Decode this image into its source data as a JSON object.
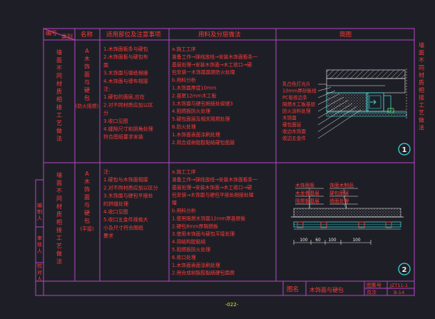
{
  "header": {
    "code_label": "编号",
    "category_label": "类别",
    "name_label": "名称",
    "usage_label": "适用部位及注意事项",
    "materials_label": "用料及分层做法",
    "figure_label": "简图"
  },
  "side_title": "墙面不同材质相接工艺做法",
  "rows": [
    {
      "category": "墙面不同材质相接工艺做法",
      "name": [
        "A",
        "木",
        "饰",
        "面",
        "与",
        "硬",
        "包",
        "(防火阻燃)"
      ],
      "usage": [
        "1.木饰面板条与硬包",
        "2.木饰面板与硬包布",
        "  面",
        "3.木饰面与墙纸相接",
        "4.木饰面与墙布相接",
        "注:",
        "1.硬包的面层,应在",
        "2.对不同材质应加以区",
        "  分",
        "3.收口见图",
        "4.缝隙尺寸和阴角处理",
        "  符合图纸要求安装"
      ],
      "materials": [
        "a.施工工序",
        "准备工作→弹线放线→安装木饰面板条一",
        "基层处理→安装木饰面→木工收口→硬",
        "包安装一木饰面面层防火处理",
        "b.用料分析",
        "1.木饰面厚度10mm",
        "2.基层12mm木工板",
        "3.木饰面与硬包相接处留缝3",
        "4.阻燃板防火处理",
        "5.硬包面层及相关阻燃处理",
        "6.防火处理",
        "1.木饰面表面涂刷处理",
        "2.用合成树脂胶黏结硬包面层"
      ],
      "figure_labels": [
        "乳白色灯光片",
        "10mm厚砂板线",
        "PC板收边条",
        "阻燃木工板基层",
        "防火涂料处理",
        "木饰面",
        "硬包面层",
        "收边木饰面",
        "收边五金件"
      ],
      "detail_no": "1"
    },
    {
      "category": "墙面不同材质相接工艺做法",
      "name": [
        "A",
        "木",
        "饰",
        "面",
        "与",
        "硬",
        "包",
        "(平接)"
      ],
      "usage": [
        "注:",
        "1.硬包与木饰面相接",
        "2.对不同材质应加以区分",
        "3.木饰面与硬包平接处",
        "  的拼缝处理",
        "4.收口见图",
        "5.收口五金件规格大",
        "  小及尺寸符合图纸",
        "  要求"
      ],
      "materials": [
        "a.施工工序",
        "准备工作→弹线放线→安装木饰面板条一",
        "基层处理→安装木饰面→木工收口→硬",
        "包安装→木饰面与硬包平接处相接处理",
        "理",
        "b.用料分析",
        "1.使用阻燃木饰面12mm厚基层板",
        "2.硬包8mm厚阻燃板",
        "3.使用木饰面与硬包平接处理",
        "4.用结构胶黏结",
        "5.阻燃板防火处理",
        "6.收口处理",
        "1.木饰面表面涂刷处理",
        "2.用合成树脂胶黏结硬包面层"
      ],
      "figure_labels": [
        "木饰面板",
        "饰面木制品",
        "木龙骨基层",
        "硬包面层",
        "阻燃板基层",
        "墙面处理"
      ],
      "dims": [
        "100",
        "60",
        "100",
        "100"
      ],
      "detail_no": "2"
    }
  ],
  "left_strip": [
    "编制人",
    "审核人",
    "校对人"
  ],
  "title_block": {
    "fig_name_label": "图名",
    "fig_name": "木饰面与硬包",
    "fig_no_label": "图集号",
    "fig_no": "JZT11-1",
    "page_label": "页次",
    "page": "B-14"
  },
  "page_number": "-022-",
  "colors": {
    "frame": "#b544c8",
    "red": "#ff3b3b",
    "cyan": "#3ad7d9",
    "white": "#f2f2f2",
    "yellow": "#e8e23a",
    "bg": "#1e1f26"
  }
}
